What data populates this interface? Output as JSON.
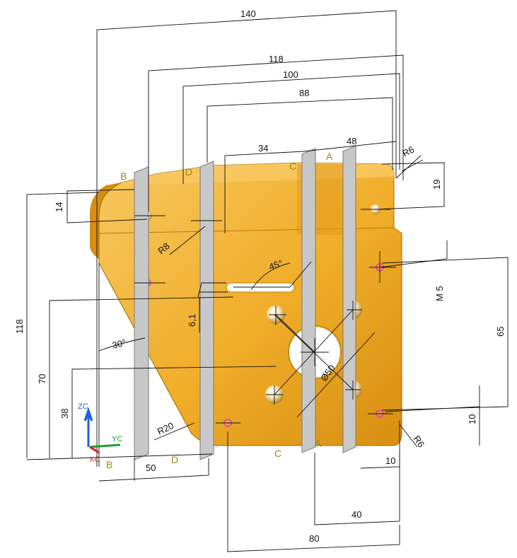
{
  "colors": {
    "part": "#f0ad28",
    "part_dark": "#d78e12",
    "part_light": "#f8c860",
    "edge": "#7a5200",
    "dim_line": "#111111",
    "section_letter": "#9a8a12",
    "plane": "#c8c8c8",
    "thread_mark": "#e040c0",
    "axis_z": "#2060e0",
    "axis_y": "#1aa030",
    "axis_x": "#d02020"
  },
  "dimensions": {
    "d140": "140",
    "d118_top": "118",
    "d100": "100",
    "d88": "88",
    "d34": "34",
    "d48": "48",
    "r6_top": "R6",
    "d19": "19",
    "d14": "14",
    "r8": "R8",
    "a45": "45°",
    "m5": "M 5",
    "d61": "6,1",
    "d65": "65",
    "d118_left": "118",
    "d70": "70",
    "d38": "38",
    "a30": "30°",
    "phi50": "Ø50",
    "r20": "R20",
    "d10_right": "10",
    "r6_bottom": "R6",
    "d10_bottom": "10",
    "d50": "50",
    "d40": "40",
    "d80": "80"
  },
  "section_labels": {
    "b_top": "B",
    "d_top": "D",
    "c_top": "C",
    "a_top": "A",
    "b_bottom": "B",
    "d_bottom": "D",
    "c_bottom": "C",
    "a_bottom": "A"
  },
  "axes": {
    "z": "ZC",
    "y": "YC",
    "x": "XC"
  }
}
